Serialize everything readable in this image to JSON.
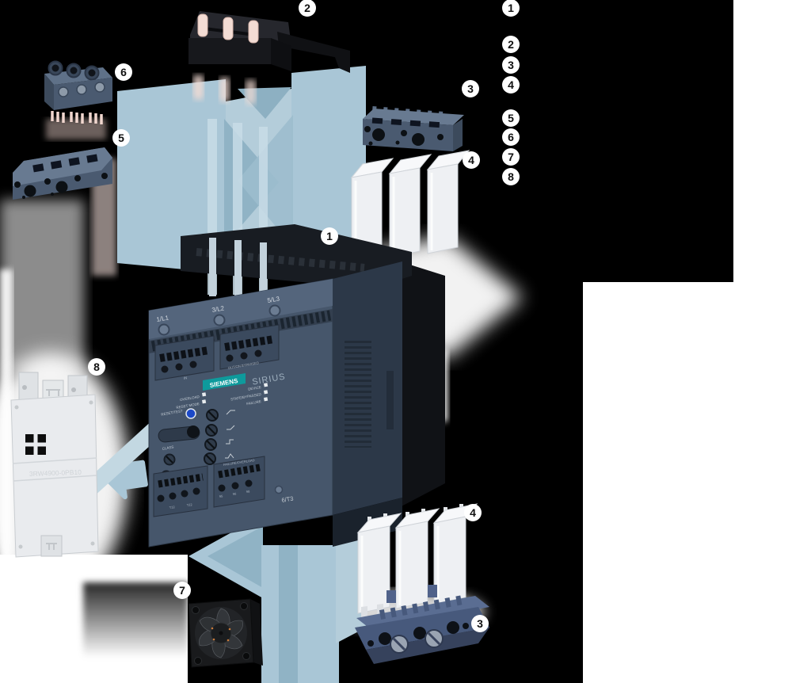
{
  "colors": {
    "background": "#000000",
    "page_white": "#ffffff",
    "arrow_blue": "#a9c6d6",
    "arrow_blue_dark": "#8db0c2",
    "device_body": "#46566b",
    "device_side": "#2c3848",
    "accessory_block": "#4a5a70",
    "bottom_block_blue": "#47597c",
    "siemens_teal": "#0e9a9c",
    "pin_pink": "#f3dcd4",
    "clear_cover": "#eef0f3"
  },
  "legend": {
    "items": [
      "1",
      "2",
      "3",
      "4",
      "5",
      "6",
      "7",
      "8"
    ]
  },
  "callouts": {
    "device": "1",
    "link_module": "2",
    "terminal_cover_right": "3",
    "clear_covers_right": "4",
    "terminal_cover_left": "5",
    "box_terminal": "6",
    "fan": "7",
    "din_plate": "8",
    "clear_covers_bottom": "4",
    "terminal_cover_bottom": "3"
  },
  "device": {
    "brand": "SIEMENS",
    "series": "SIRIUS",
    "terminal_l1": "1/L1",
    "terminal_l2": "3/L2",
    "terminal_l3": "5/L3",
    "terminal_t3": "6/T3",
    "label_overload": "OVERLOAD",
    "label_reset_mode": "RESET MODE",
    "label_device": "DEVICE",
    "label_state_bypassed": "STATE/BYPASSED",
    "label_failure": "FAILURE",
    "label_reset_test": "RESET/TEST",
    "label_class": "CLASS",
    "label_in": "IN",
    "label_out_on_bypassed": "OUT/ON BYPASSED",
    "label_failure_overload": "FAILURE/OVERLOAD",
    "term_t12": "T12",
    "term_t22": "T22",
    "term_95": "95",
    "term_96": "96",
    "term_98": "98"
  },
  "din_plate": {
    "part_number": "3RW4900-0PB10"
  }
}
